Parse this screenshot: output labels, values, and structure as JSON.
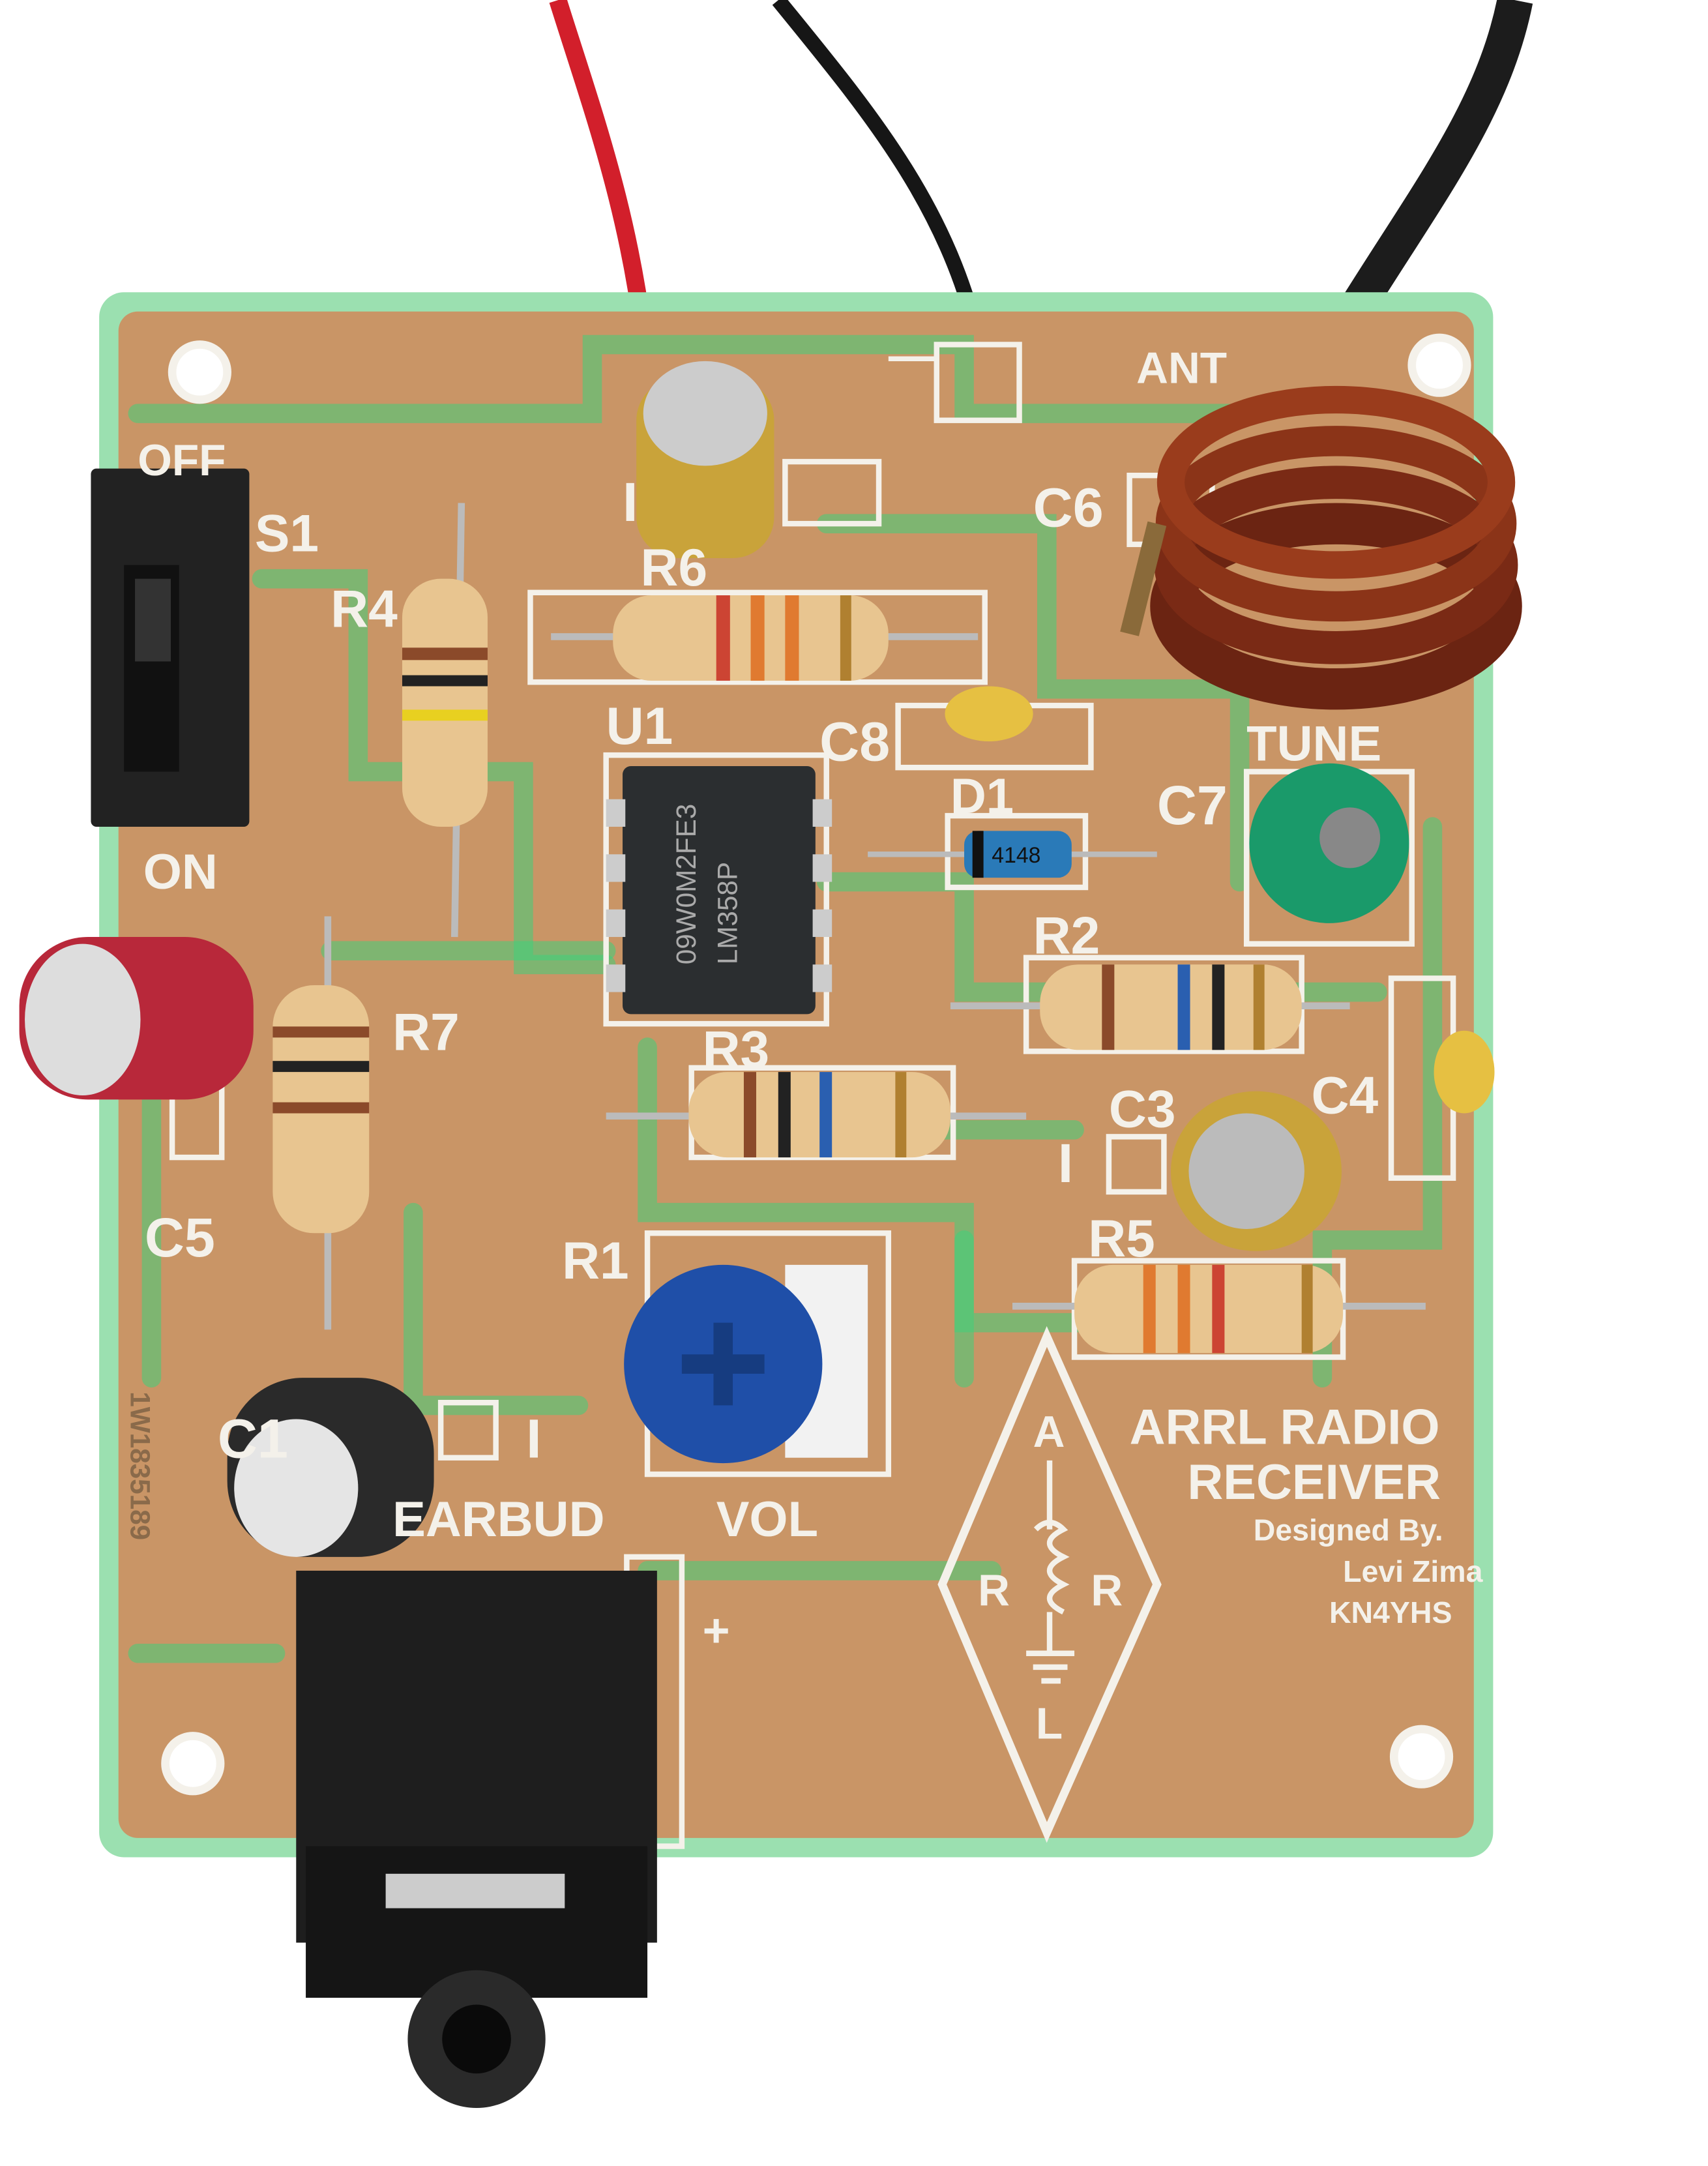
{
  "board": {
    "colors": {
      "substrate": "#c99566",
      "trace": "#3fcf7a",
      "edge": "#9be0b0",
      "silkscreen": "#f4f1ea"
    },
    "title_line1": "ARRL RADIO",
    "title_line2": "RECEIVER",
    "credit_line1": "Designed By.",
    "credit_line2": "Levi Zima",
    "credit_line3": "KN4YHS",
    "serial": "1W1835189",
    "logo_letters": [
      "A",
      "R",
      "R",
      "L"
    ]
  },
  "labels": {
    "off": "OFF",
    "s1": "S1",
    "on": "ON",
    "r4": "R4",
    "r6": "R6",
    "u1": "U1",
    "c8": "C8",
    "c6": "C6",
    "ant": "ANT",
    "tune": "TUNE",
    "c7": "C7",
    "d1": "D1",
    "r2": "R2",
    "r7": "R7",
    "r3": "R3",
    "c3": "C3",
    "c4": "C4",
    "c5": "C5",
    "r1": "R1",
    "r5": "R5",
    "c1": "C1",
    "earbud": "EARBUD",
    "vol": "VOL",
    "plus": "+",
    "minus": "—",
    "pol_mark": "I"
  },
  "chip": {
    "line1": "09W0M2FE3",
    "line2": "LM358P"
  },
  "diode": {
    "marking": "4148"
  }
}
